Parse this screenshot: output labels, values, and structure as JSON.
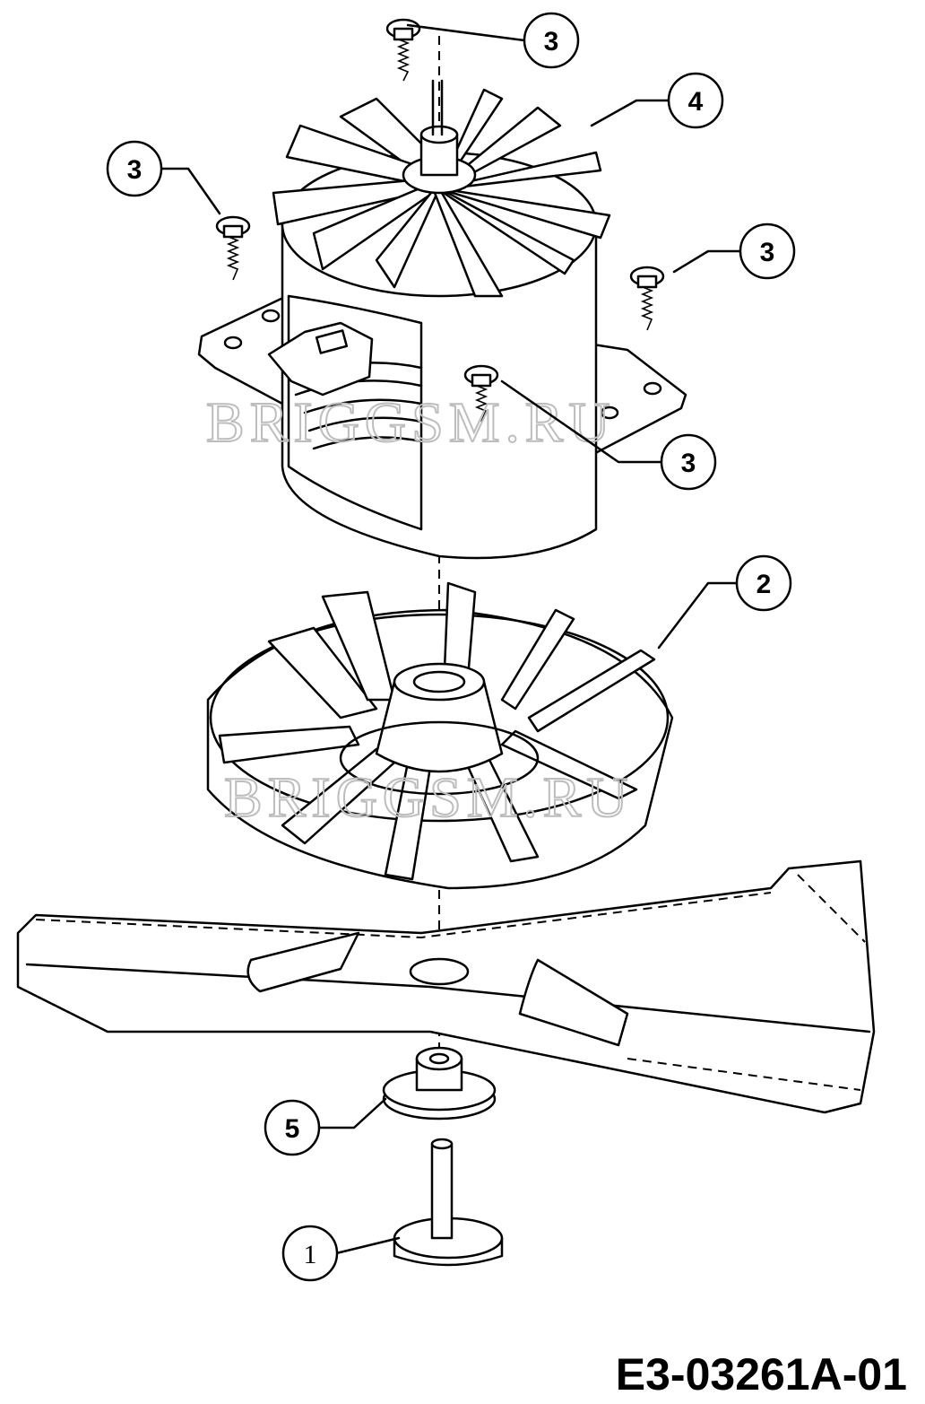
{
  "callouts": [
    {
      "id": "c3-top",
      "label": "3"
    },
    {
      "id": "c4",
      "label": "4"
    },
    {
      "id": "c3-left",
      "label": "3"
    },
    {
      "id": "c3-right",
      "label": "3"
    },
    {
      "id": "c3-lower",
      "label": "3"
    },
    {
      "id": "c2",
      "label": "2"
    },
    {
      "id": "c5",
      "label": "5"
    },
    {
      "id": "c1",
      "label": "1"
    }
  ],
  "watermark": "BRIGGSM.RU",
  "diagram_code": "E3-03261A-01"
}
